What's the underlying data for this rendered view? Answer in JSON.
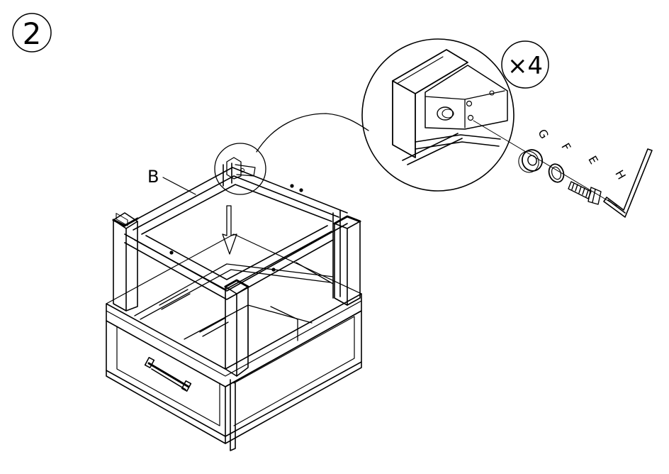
{
  "step": {
    "number": "2"
  },
  "parts": {
    "frame_label": "B",
    "quantity": "×4",
    "washer": "G",
    "lock_washer": "F",
    "bolt": "E",
    "allen_key": "H"
  },
  "colors": {
    "line": "#000000",
    "background": "#ffffff"
  }
}
